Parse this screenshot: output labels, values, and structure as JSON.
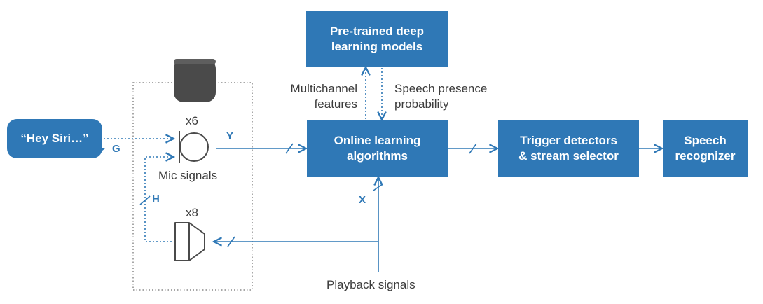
{
  "boxes": {
    "pretrained": "Pre-trained deep\nlearning models",
    "online": "Online learning\nalgorithms",
    "trigger": "Trigger detectors\n& stream selector",
    "recognizer": "Speech\nrecognizer"
  },
  "bubble": {
    "text": "“Hey Siri…”"
  },
  "labels": {
    "multichannel": "Multichannel\nfeatures",
    "speech_presence": "Speech presence\nprobability",
    "mic_count": "x6",
    "mic_signals": "Mic signals",
    "speaker_count": "x8",
    "playback": "Playback signals"
  },
  "signals": {
    "g": "G",
    "y": "Y",
    "h": "H",
    "x": "X"
  },
  "icons": {
    "smart_speaker": "smart-speaker-icon",
    "microphone": "microphone-icon",
    "loudspeaker": "loudspeaker-icon"
  },
  "colors": {
    "accent": "#2f78b6",
    "text": "#3c3c3c",
    "device": "#4a4a4a",
    "dotted": "#8a8a8a"
  }
}
